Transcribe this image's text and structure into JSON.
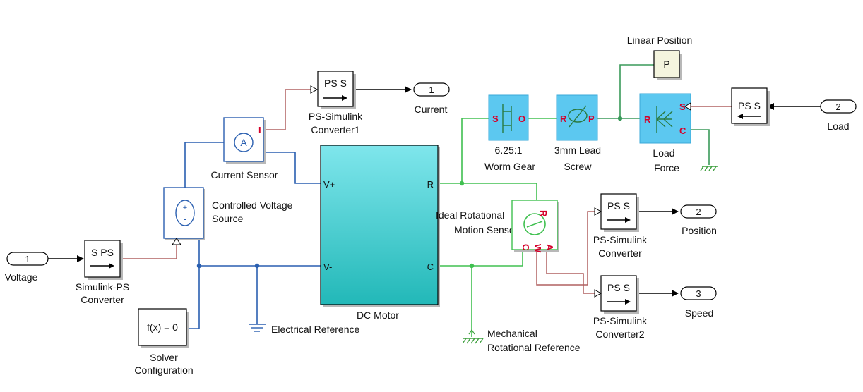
{
  "blocks": {
    "inport_voltage": {
      "number": "1",
      "label": "Voltage"
    },
    "simulink_ps": {
      "icon": "S PS",
      "label_line1": "Simulink-PS",
      "label_line2": "Converter"
    },
    "solver": {
      "icon": "f(x) = 0",
      "label_line1": "Solver",
      "label_line2": "Configuration"
    },
    "controlled_voltage": {
      "label_line1": "Controlled Voltage",
      "label_line2": "Source",
      "plus": "+",
      "minus": "-"
    },
    "current_sensor": {
      "icon": "A",
      "label": "Current Sensor",
      "port_i": "I"
    },
    "electrical_reference": {
      "label": "Electrical Reference"
    },
    "ps_simulink1": {
      "icon": "PS S",
      "label_line1": "PS-Simulink",
      "label_line2": "Converter1"
    },
    "outport_current": {
      "number": "1",
      "label": "Current"
    },
    "dc_motor": {
      "label": "DC Motor",
      "port_vplus": "V+",
      "port_vminus": "V-",
      "port_r": "R",
      "port_c": "C"
    },
    "worm_gear": {
      "port_s": "S",
      "port_o": "O",
      "label_line1": "6.25:1",
      "label_line2": "Worm Gear"
    },
    "lead_screw": {
      "port_r": "R",
      "port_p": "P",
      "label_line1": "3mm Lead",
      "label_line2": "Screw"
    },
    "linear_position": {
      "icon": "P",
      "label": "Linear Position"
    },
    "load_force": {
      "port_r": "R",
      "port_s": "S",
      "port_c": "C",
      "label_line1": "Load",
      "label_line2": "Force"
    },
    "ps_load": {
      "icon": "PS S"
    },
    "inport_load": {
      "number": "2",
      "label": "Load"
    },
    "rotational_sensor": {
      "label_line1": "Ideal Rotational",
      "label_line2": "Motion Sensor",
      "port_r": "R",
      "port_c": "C",
      "port_w": "W",
      "port_a": "A"
    },
    "mechanical_reference": {
      "label_line1": "Mechanical",
      "label_line2": "Rotational Reference"
    },
    "ps_simulink_pos": {
      "icon": "PS S",
      "label_line1": "PS-Simulink",
      "label_line2": "Converter"
    },
    "outport_position": {
      "number": "2",
      "label": "Position"
    },
    "ps_simulink2": {
      "icon": "PS S",
      "label_line1": "PS-Simulink",
      "label_line2": "Converter2"
    },
    "outport_speed": {
      "number": "3",
      "label": "Speed"
    }
  },
  "colors": {
    "electrical_wire": "#2a5fb0",
    "mechanical_wire": "#40c050",
    "physical_signal_wire": "#b06060",
    "motor_fill_top": "#7fe6ec",
    "motor_fill_bottom": "#22b8b8",
    "mech_block_fill": "#5cc8f0",
    "port_label_red": "#d4002a"
  }
}
